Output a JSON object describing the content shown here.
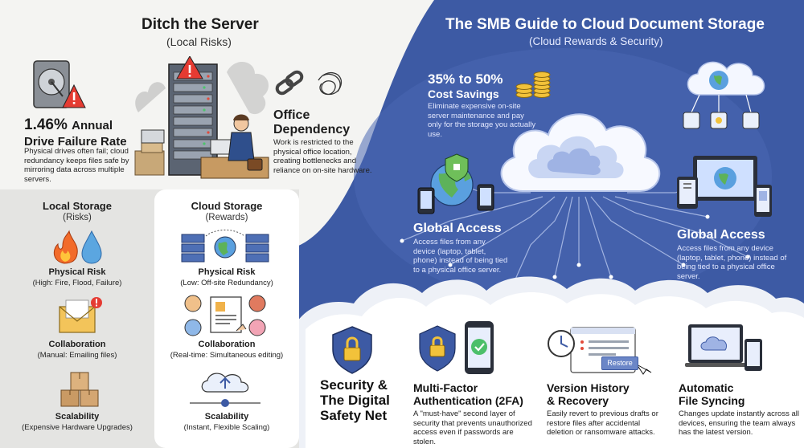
{
  "left": {
    "title": "Ditch the Server",
    "subtitle": "(Local Risks)",
    "failure": {
      "value": "1.46%",
      "label_line1": "Annual",
      "label_line2": "Drive Failure Rate",
      "desc": "Physical drives often fail; cloud redundancy keeps files safe by mirroring data across multiple servers."
    },
    "office": {
      "title_line1": "Office",
      "title_line2": "Dependency",
      "desc": "Work is restricted to the physical office location, creating bottlenecks and reliance on on-site hardware."
    }
  },
  "compare": {
    "local": {
      "title": "Local Storage",
      "subtitle": "(Risks)",
      "items": [
        {
          "label": "Physical Risk",
          "sub": "(High: Fire, Flood, Failure)"
        },
        {
          "label": "Collaboration",
          "sub": "(Manual: Emailing files)"
        },
        {
          "label": "Scalability",
          "sub": "(Expensive Hardware Upgrades)"
        }
      ]
    },
    "cloud": {
      "title": "Cloud Storage",
      "subtitle": "(Rewards)",
      "items": [
        {
          "label": "Physical Risk",
          "sub": "(Low: Off-site Redundancy)"
        },
        {
          "label": "Collaboration",
          "sub": "(Real-time: Simultaneous editing)"
        },
        {
          "label": "Scalability",
          "sub": "(Instant, Flexible Scaling)"
        }
      ]
    }
  },
  "right": {
    "title": "The SMB Guide to Cloud Document Storage",
    "subtitle": "(Cloud Rewards & Security)",
    "savings": {
      "value": "35% to 50%",
      "label": "Cost Savings",
      "desc": "Eliminate expensive on-site server maintenance and pay only for the storage you actually use."
    },
    "access_left": {
      "title": "Global Access",
      "desc": "Access files from any device (laptop, tablet, phone) instead of being tied to a physical office server."
    },
    "access_right": {
      "title": "Global Access",
      "desc": "Access files from any device (laptop, tablet, phone) instead of being tied to a physical office server."
    }
  },
  "bottom": {
    "security": {
      "line1": "Security &",
      "line2": "The Digital",
      "line3": "Safety Net"
    },
    "mfa": {
      "title_line1": "Multi-Factor",
      "title_line2": "Authentication (2FA)",
      "desc": "A \"must-have\" second layer of security that prevents unauthorized access even if passwords are stolen."
    },
    "version": {
      "title_line1": "Version History",
      "title_line2": "& Recovery",
      "desc": "Easily revert to previous drafts or restore files after accidental deletion or ransomware attacks.",
      "button": "Restore"
    },
    "sync": {
      "title_line1": "Automatic",
      "title_line2": "File Syncing",
      "desc": "Changes update instantly across all devices, ensuring the team always has the latest version."
    }
  }
}
